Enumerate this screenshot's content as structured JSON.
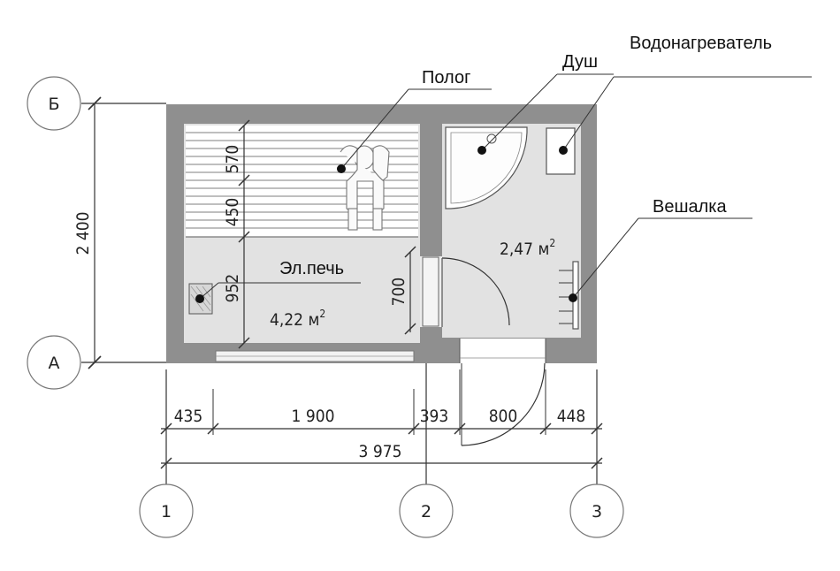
{
  "axes": {
    "rows": [
      "Б",
      "А"
    ],
    "columns": [
      "1",
      "2",
      "3"
    ]
  },
  "labels": {
    "polog": "Полог",
    "dush": "Душ",
    "vodonagrevatel": "Водонагреватель",
    "veshalka": "Вешалка",
    "pech": "Эл.печь"
  },
  "areas": {
    "steam_room_value": "4,22 м",
    "wash_room_value": "2,47 м",
    "unit_sup": "2"
  },
  "dimensions": {
    "height_total": "2 400",
    "bench_1": "570",
    "bench_2": "450",
    "bench_3": "952",
    "door": "700",
    "width_1": "435",
    "width_2": "1 900",
    "width_3": "393",
    "width_4": "800",
    "width_5": "448",
    "width_total": "3 975"
  }
}
